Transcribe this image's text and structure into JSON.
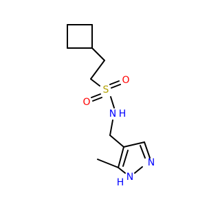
{
  "molecule": {
    "atom_colors": {
      "S": "#b2a000",
      "O": "#ff0000",
      "N": "#0000ff",
      "C": "#000000"
    },
    "labels": {
      "sulfur": "S",
      "oxygen_top": "O",
      "oxygen_bottom": "O",
      "nh_sulfonamide": "N",
      "nh_sulfonamide_h": "H",
      "pyrazole_n": "N",
      "pyrazole_nh": "N",
      "pyrazole_nh_h": "H"
    }
  }
}
